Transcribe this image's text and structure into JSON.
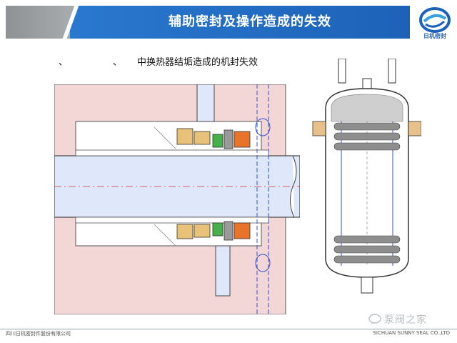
{
  "header": {
    "title": "辅助密封及操作造成的失效"
  },
  "logo": {
    "icon": "swirl-logo-icon",
    "text": "日机密封"
  },
  "subtitle": {
    "mark_a": "、",
    "mark_b": "、",
    "text": "中换热器结垢造成的机封失效"
  },
  "colors": {
    "header_blue": "#1d62b8",
    "header_gray": "#a6aaad",
    "housing_pink": "#f3d7d7",
    "shaft_blue": "#dfe8fb",
    "seal_green": "#46b04a",
    "seal_orange": "#e8742a"
  },
  "footer": {
    "left": "四川日机密封件股份有限公司",
    "right": "SICHUAN SUNNY SEAL CO.,LTD"
  },
  "watermark": {
    "icon": "chat-bubble-icon",
    "text": "泵阀之家"
  }
}
